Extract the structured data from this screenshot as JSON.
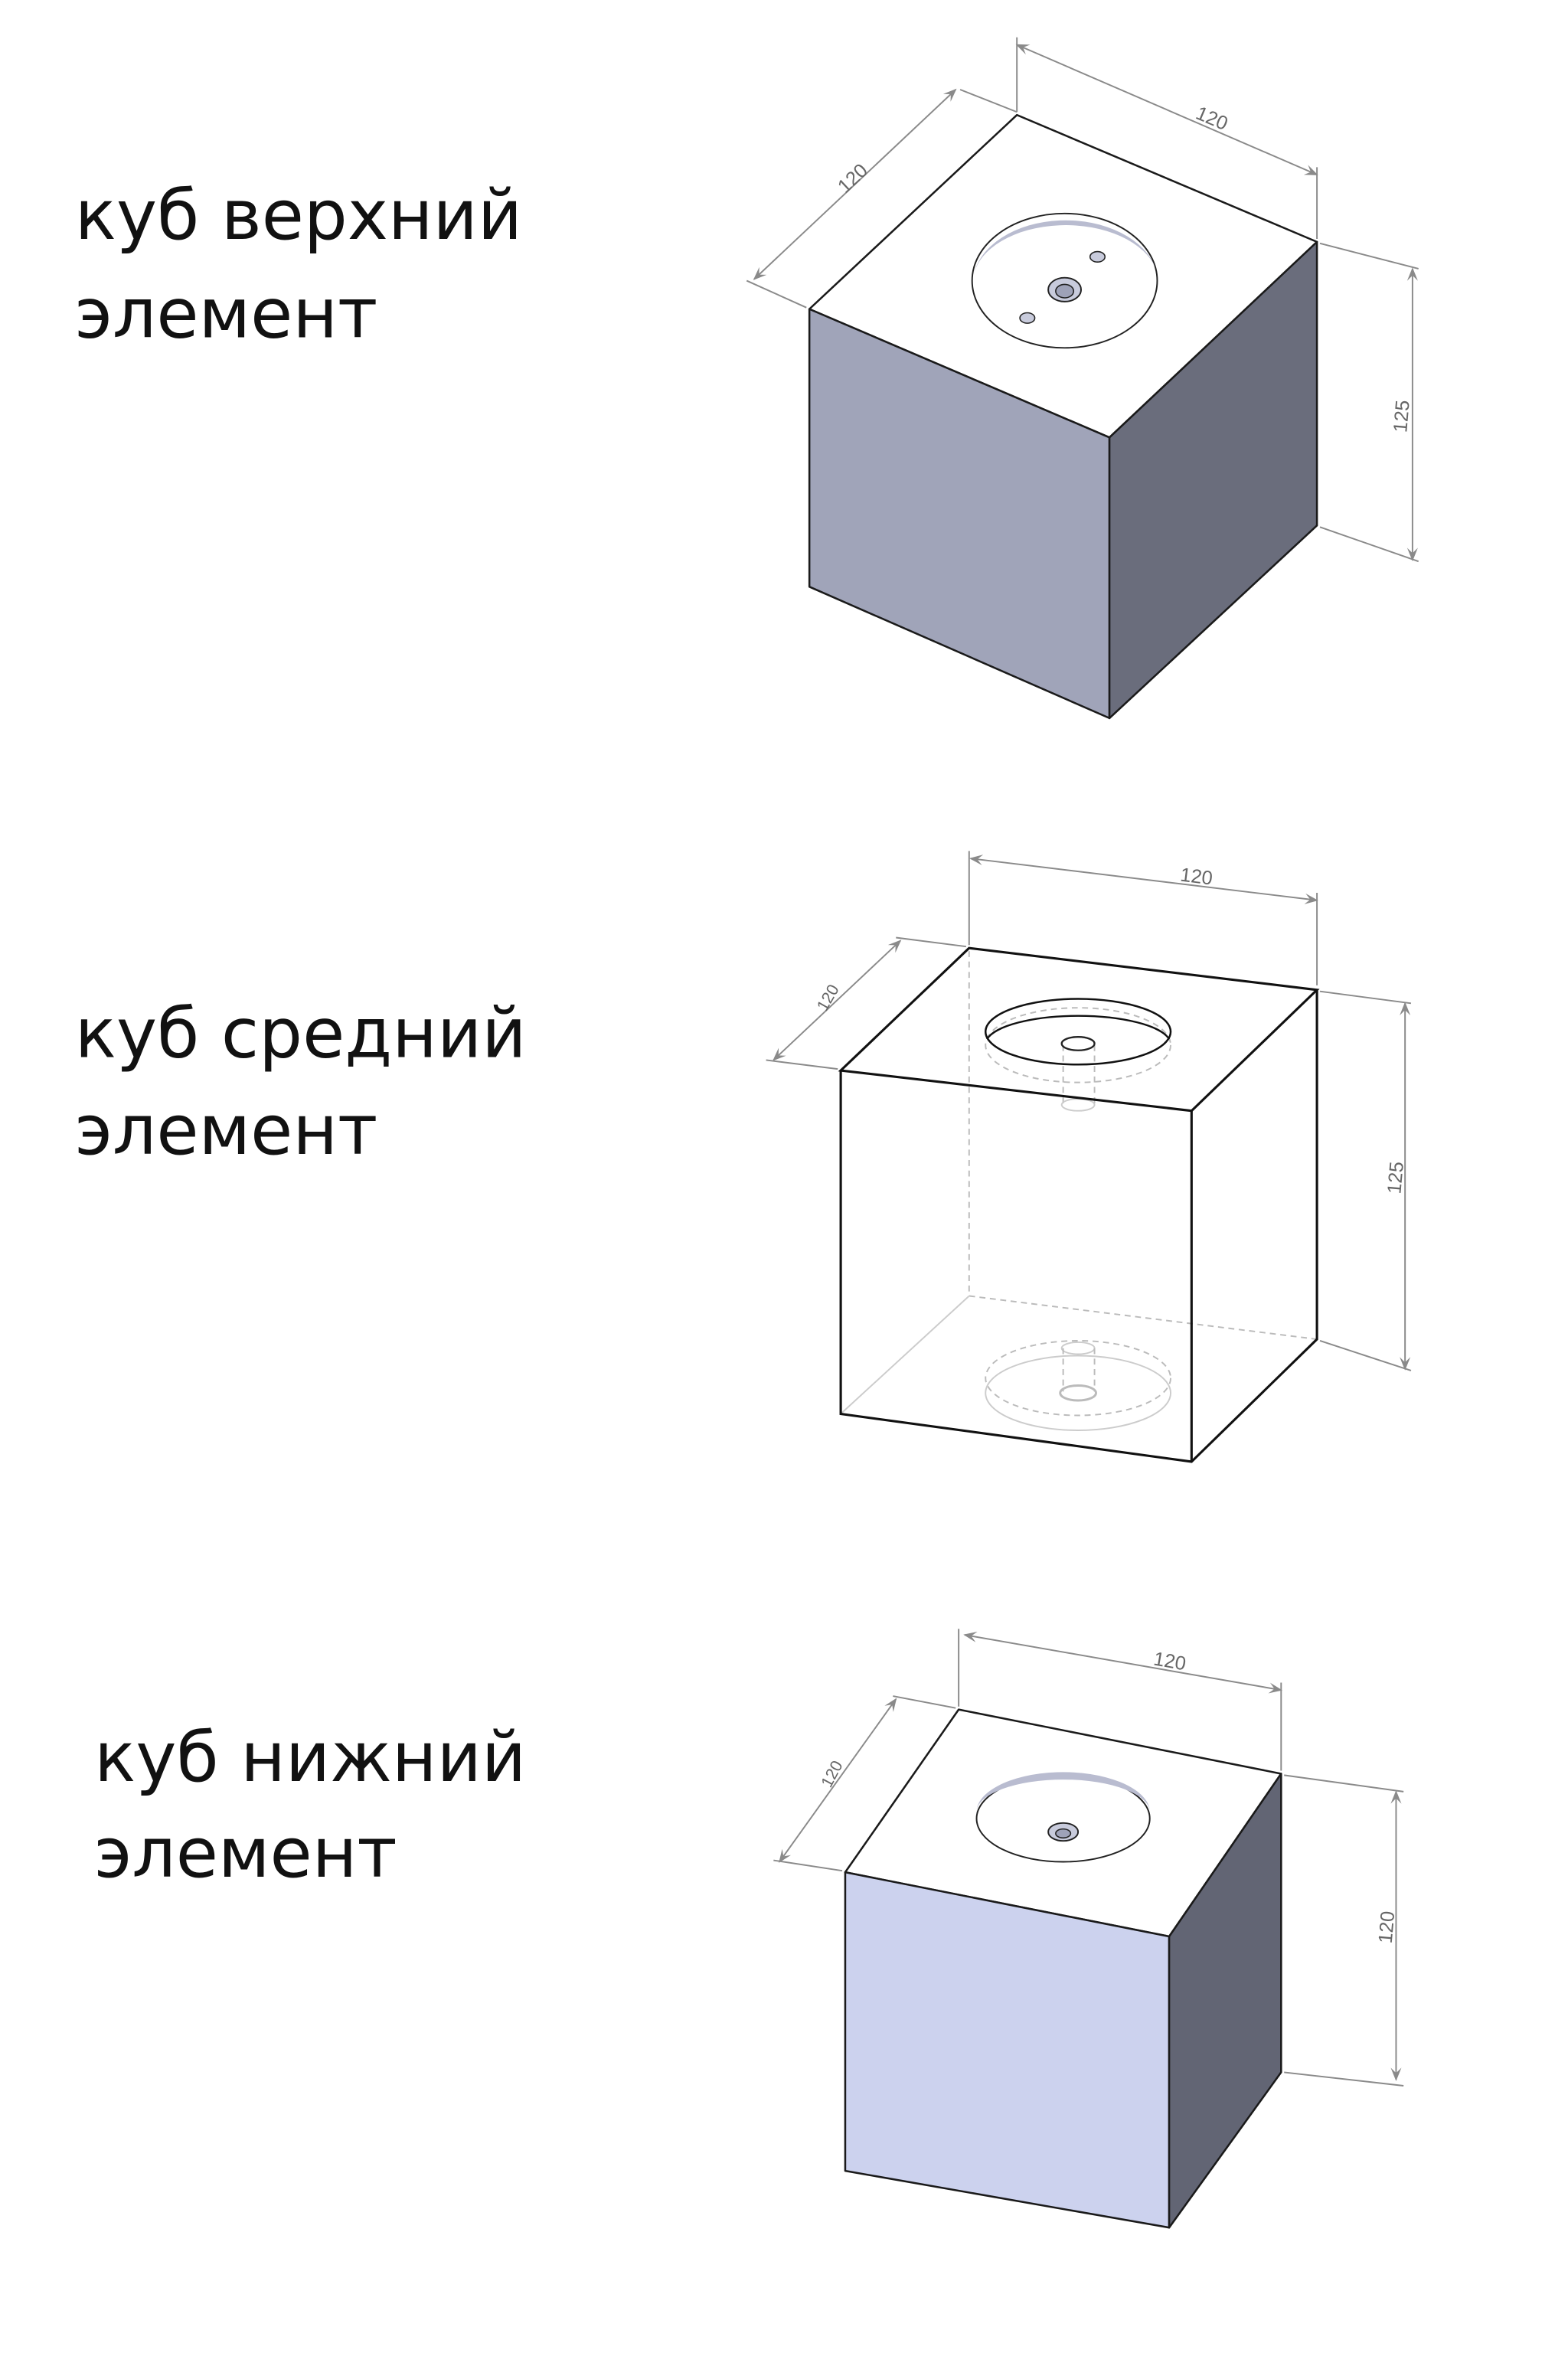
{
  "colors": {
    "top_face": "#ffffff",
    "top_cube_front": "#a0a4b9",
    "top_cube_side": "#6a6d7c",
    "bottom_cube_front": "#ccd2ee",
    "bottom_cube_side": "#626574",
    "dimension_line": "#8a8a8a"
  },
  "parts": [
    {
      "title_line1": "куб верхний",
      "title_line2": "элемент",
      "dims": {
        "width": "120",
        "depth": "120",
        "height": "125"
      }
    },
    {
      "title_line1": "куб средний",
      "title_line2": "элемент",
      "dims": {
        "width": "120",
        "depth": "120",
        "height": "125"
      }
    },
    {
      "title_line1": "куб нижний",
      "title_line2": "элемент",
      "dims": {
        "width": "120",
        "depth": "120",
        "height": "120"
      }
    }
  ]
}
